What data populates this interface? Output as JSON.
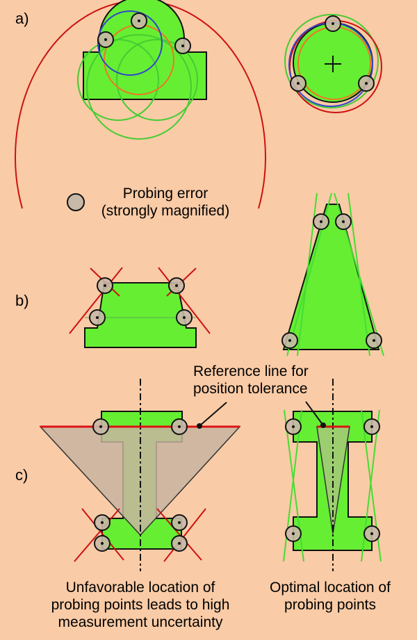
{
  "panels": {
    "a": "a)",
    "b": "b)",
    "c": "c)"
  },
  "legend": {
    "line1": "Probing error",
    "line2": "(strongly magnified)"
  },
  "reference": {
    "line1": "Reference line for",
    "line2": "position tolerance"
  },
  "captions": {
    "unfavorable": [
      "Unfavorable location of",
      "probing points leads to high",
      "measurement uncertainty"
    ],
    "optimal": [
      "Optimal location of",
      "probing points"
    ]
  },
  "colors": {
    "background": "#f9cba6",
    "part_fill": "#66ee33",
    "fit_line": "#dd1111",
    "fit_line_alt": "#44dd33",
    "probe_fill": "#c8b8a8",
    "tolerance_zone": "#c8b4a0"
  }
}
